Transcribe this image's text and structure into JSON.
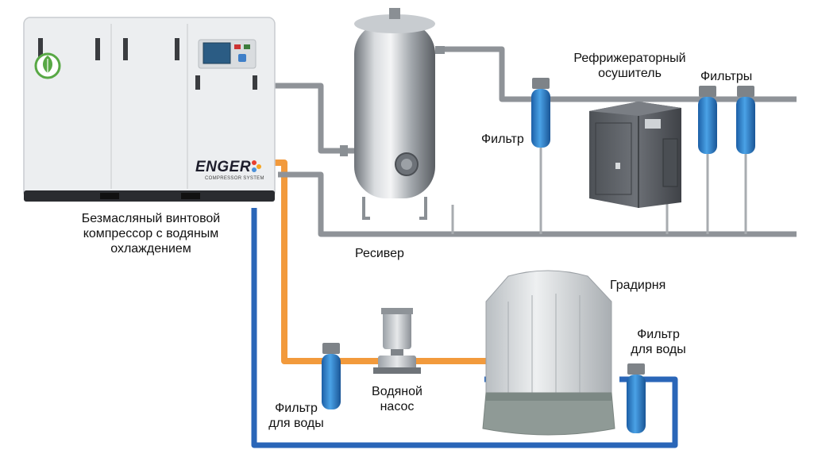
{
  "brand": {
    "name": "ENGER",
    "subtitle": "COMPRESSOR SYSTEM"
  },
  "labels": {
    "compressor": [
      "Безмасляный винтовой",
      "компрессор с водяным",
      "охлаждением"
    ],
    "receiver": "Ресивер",
    "filter_air": "Фильтр",
    "dryer": [
      "Рефрижераторный",
      "осушитель"
    ],
    "filters_air": "Фильтры",
    "cooling_tower": "Градирня",
    "water_filter_right": [
      "Фильтр",
      "для воды"
    ],
    "water_filter_left": [
      "Фильтр",
      "для воды"
    ],
    "water_pump": [
      "Водяной",
      "насос"
    ]
  },
  "colors": {
    "air_pipe": "#8f9398",
    "hot_water_pipe": "#f29a3c",
    "cold_water_pipe": "#2a66b8",
    "filter_body": "#2f86d3",
    "compressor_body": "#eceef0",
    "dryer_body": "#5c6065"
  }
}
